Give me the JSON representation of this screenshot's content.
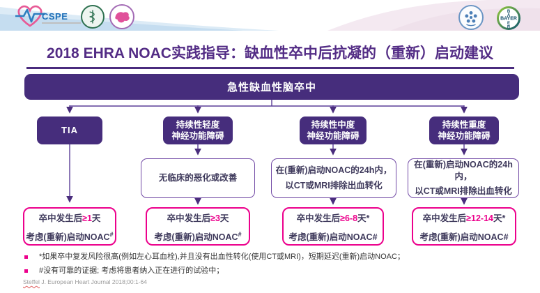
{
  "banner": {
    "cspe_text": "CSPE",
    "bayer": {
      "word": "BAYER",
      "letters": [
        "B",
        "A",
        "E",
        "R"
      ]
    },
    "logos": [
      "cspe-heart-logo",
      "csa-emblem-logo",
      "china-map-emblem-logo",
      "society-emblem-logo",
      "bayer-cross-logo"
    ]
  },
  "title": "2018 EHRA NOAC实践指导：缺血性卒中后抗凝的（重新）启动建议",
  "flow": {
    "root": "急性缺血性脑卒中",
    "columns": [
      {
        "cond1": "TIA",
        "cond2": "",
        "mid1": "",
        "mid2": "",
        "res_pre": "卒中发生后",
        "res_hl": "≥1",
        "res_suf": "天",
        "res_line2": "考虑(重新)启动NOAC",
        "res_marker": "#"
      },
      {
        "cond1": "持续性轻度",
        "cond2": "神经功能障碍",
        "mid1": "无临床的恶化或改善",
        "mid2": "",
        "res_pre": "卒中发生后",
        "res_hl": "≥3",
        "res_suf": "天",
        "res_line2": "考虑(重新)启动NOAC",
        "res_marker": "#"
      },
      {
        "cond1": "持续性中度",
        "cond2": "神经功能障碍",
        "mid1": "在(重新)启动NOAC的24h内，",
        "mid2": "以CT或MRI排除出血转化",
        "res_pre": "卒中发生后",
        "res_hl": "≥6-8",
        "res_suf": "天*",
        "res_line2": "考虑(重新)启动NOAC",
        "res_marker": "#"
      },
      {
        "cond1": "持续性重度",
        "cond2": "神经功能障碍",
        "mid1": "在(重新)启动NOAC的24h内，",
        "mid2": "以CT或MRI排除出血转化",
        "res_pre": "卒中发生后",
        "res_hl": "≥12-14",
        "res_suf": "天*",
        "res_line2": "考虑(重新)启动NOAC",
        "res_marker": "#"
      }
    ]
  },
  "footnotes": [
    {
      "text": "*如果卒中复发风险很高(例如左心耳血栓),并且没有出血性转化(使用CT或MRI)，短期延迟(重新)启动NOAC；"
    },
    {
      "text": "#没有可靠的证据; 考虑将患者纳入正在进行的试验中；"
    }
  ],
  "citation": {
    "author": "Steffel",
    "rest": "J. European Heart Journal 2018;00:1-64"
  },
  "colors": {
    "box_purple": "#462d7c",
    "title_purple": "#532c85",
    "magenta": "#ec008c",
    "connector_purple": "#4a2d7d"
  }
}
